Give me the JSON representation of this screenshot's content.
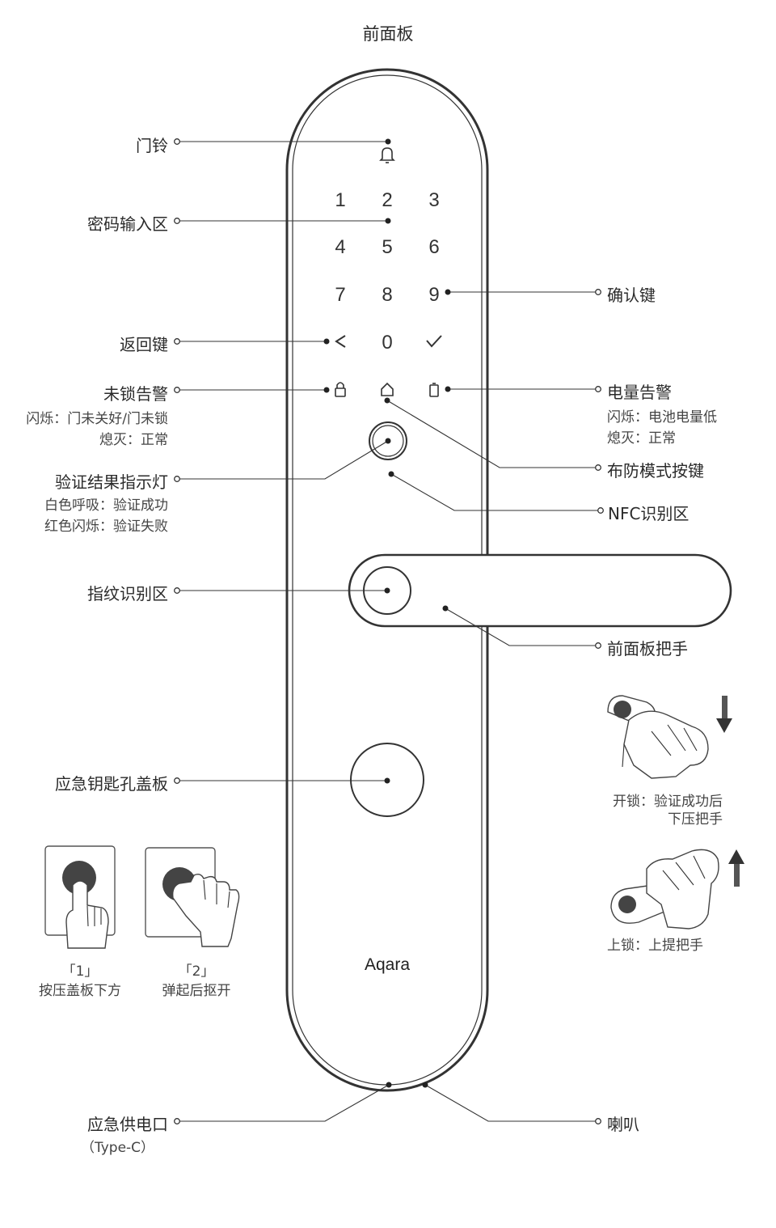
{
  "title": "前面板",
  "keypad": [
    "1",
    "2",
    "3",
    "4",
    "5",
    "6",
    "7",
    "8",
    "9",
    "0"
  ],
  "brand": "Aqara",
  "labels": {
    "doorbell": "门铃",
    "password_area": "密码输入区",
    "back_key": "返回键",
    "unlocked_alarm": {
      "title": "未锁告警",
      "lines": [
        "闪烁：门未关好/门未锁",
        "熄灭：正常"
      ]
    },
    "verify_light": {
      "title": "验证结果指示灯",
      "lines": [
        "白色呼吸：验证成功",
        "红色闪烁：验证失败"
      ]
    },
    "fingerprint": "指纹识别区",
    "emergency_cover": "应急钥匙孔盖板",
    "confirm_key": "确认键",
    "battery_alarm": {
      "title": "电量告警",
      "lines": [
        "闪烁：电池电量低",
        "熄灭：正常"
      ]
    },
    "arm_button": "布防模式按键",
    "nfc": "NFC识别区",
    "handle": "前面板把手",
    "emergency_power": {
      "title": "应急供电口",
      "note": "（Type-C）"
    },
    "speaker": "喇叭"
  },
  "steps": [
    {
      "num": "「1」",
      "text": "按压盖板下方"
    },
    {
      "num": "「2」",
      "text": "弹起后抠开"
    }
  ],
  "unlock_caption": [
    "开锁：验证成功后",
    "下压把手"
  ],
  "lock_caption": "上锁：上提把手",
  "colors": {
    "line": "#333333",
    "text": "#2b2b2b"
  }
}
